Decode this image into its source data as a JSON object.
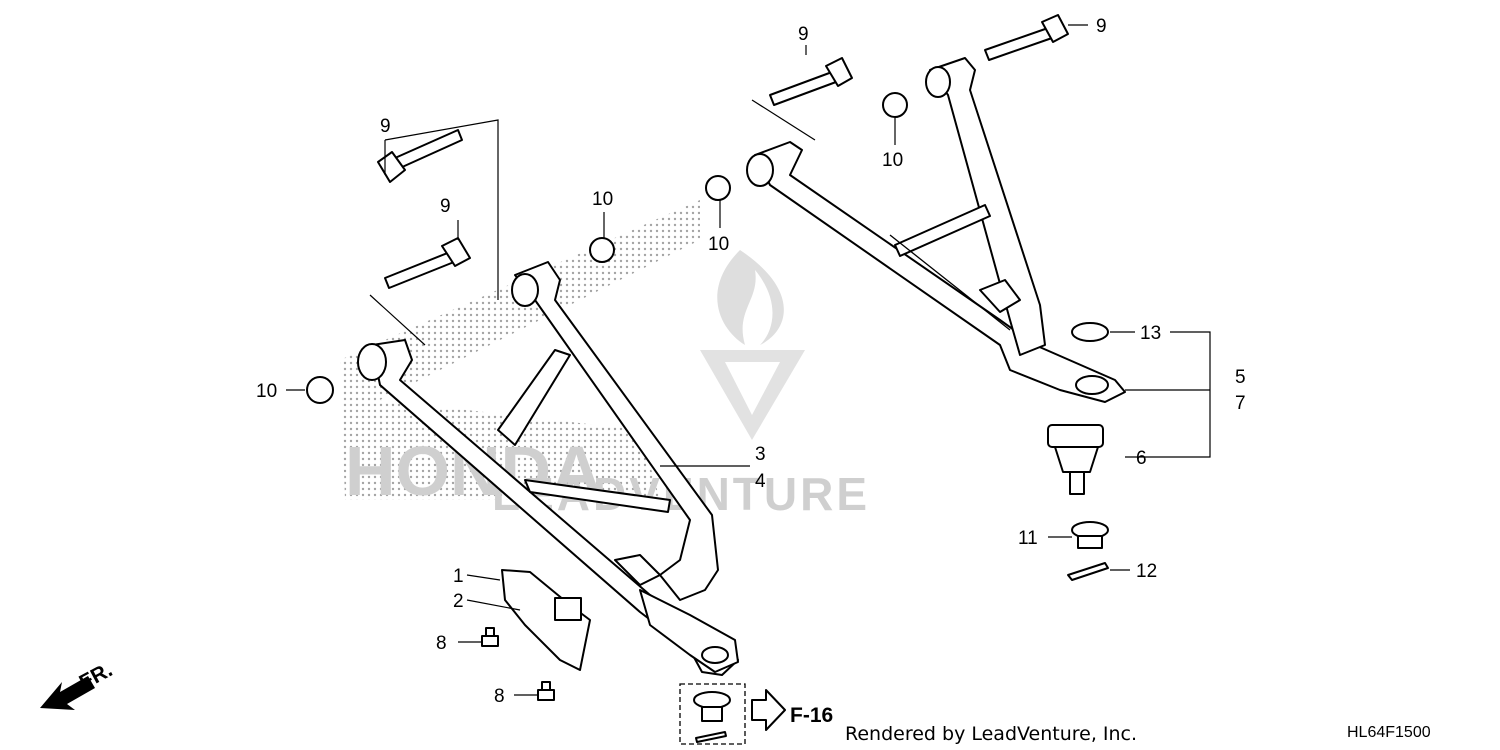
{
  "callouts": {
    "c9a": "9",
    "c9b": "9",
    "c9c": "9",
    "c9d": "9",
    "c10a": "10",
    "c10b": "10",
    "c10c": "10",
    "c10d": "10",
    "c1": "1",
    "c2": "2",
    "c3": "3",
    "c4": "4",
    "c5": "5",
    "c6": "6",
    "c7": "7",
    "c8a": "8",
    "c8b": "8",
    "c11": "11",
    "c12": "12",
    "c13": "13"
  },
  "front_label": "FR.",
  "ref_label": "F-16",
  "credit": "Rendered by LeadVenture, Inc.",
  "diagram_code": "HL64F1500",
  "watermark": {
    "brand": "HONDA",
    "name": "LEADVENTURE"
  }
}
